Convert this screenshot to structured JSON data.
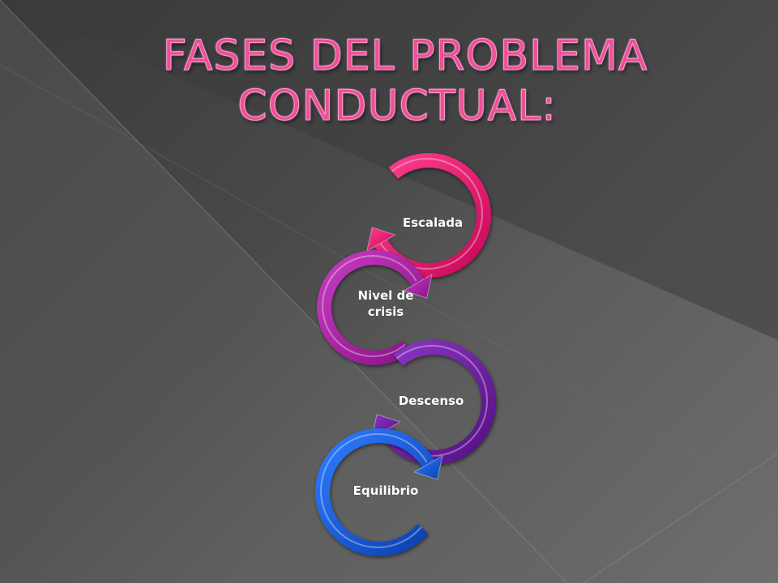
{
  "title": {
    "line1": "FASES DEL PROBLEMA",
    "line2": "CONDUCTUAL:"
  },
  "stages": [
    {
      "label_lines": [
        "Escalada"
      ],
      "color": "#e8156e"
    },
    {
      "label_lines": [
        "Nivel de",
        "crisis"
      ],
      "color": "#a21c9e"
    },
    {
      "label_lines": [
        "Descenso"
      ],
      "color": "#6a1a9c"
    },
    {
      "label_lines": [
        "Equilibrio"
      ],
      "color": "#1158d6"
    }
  ]
}
